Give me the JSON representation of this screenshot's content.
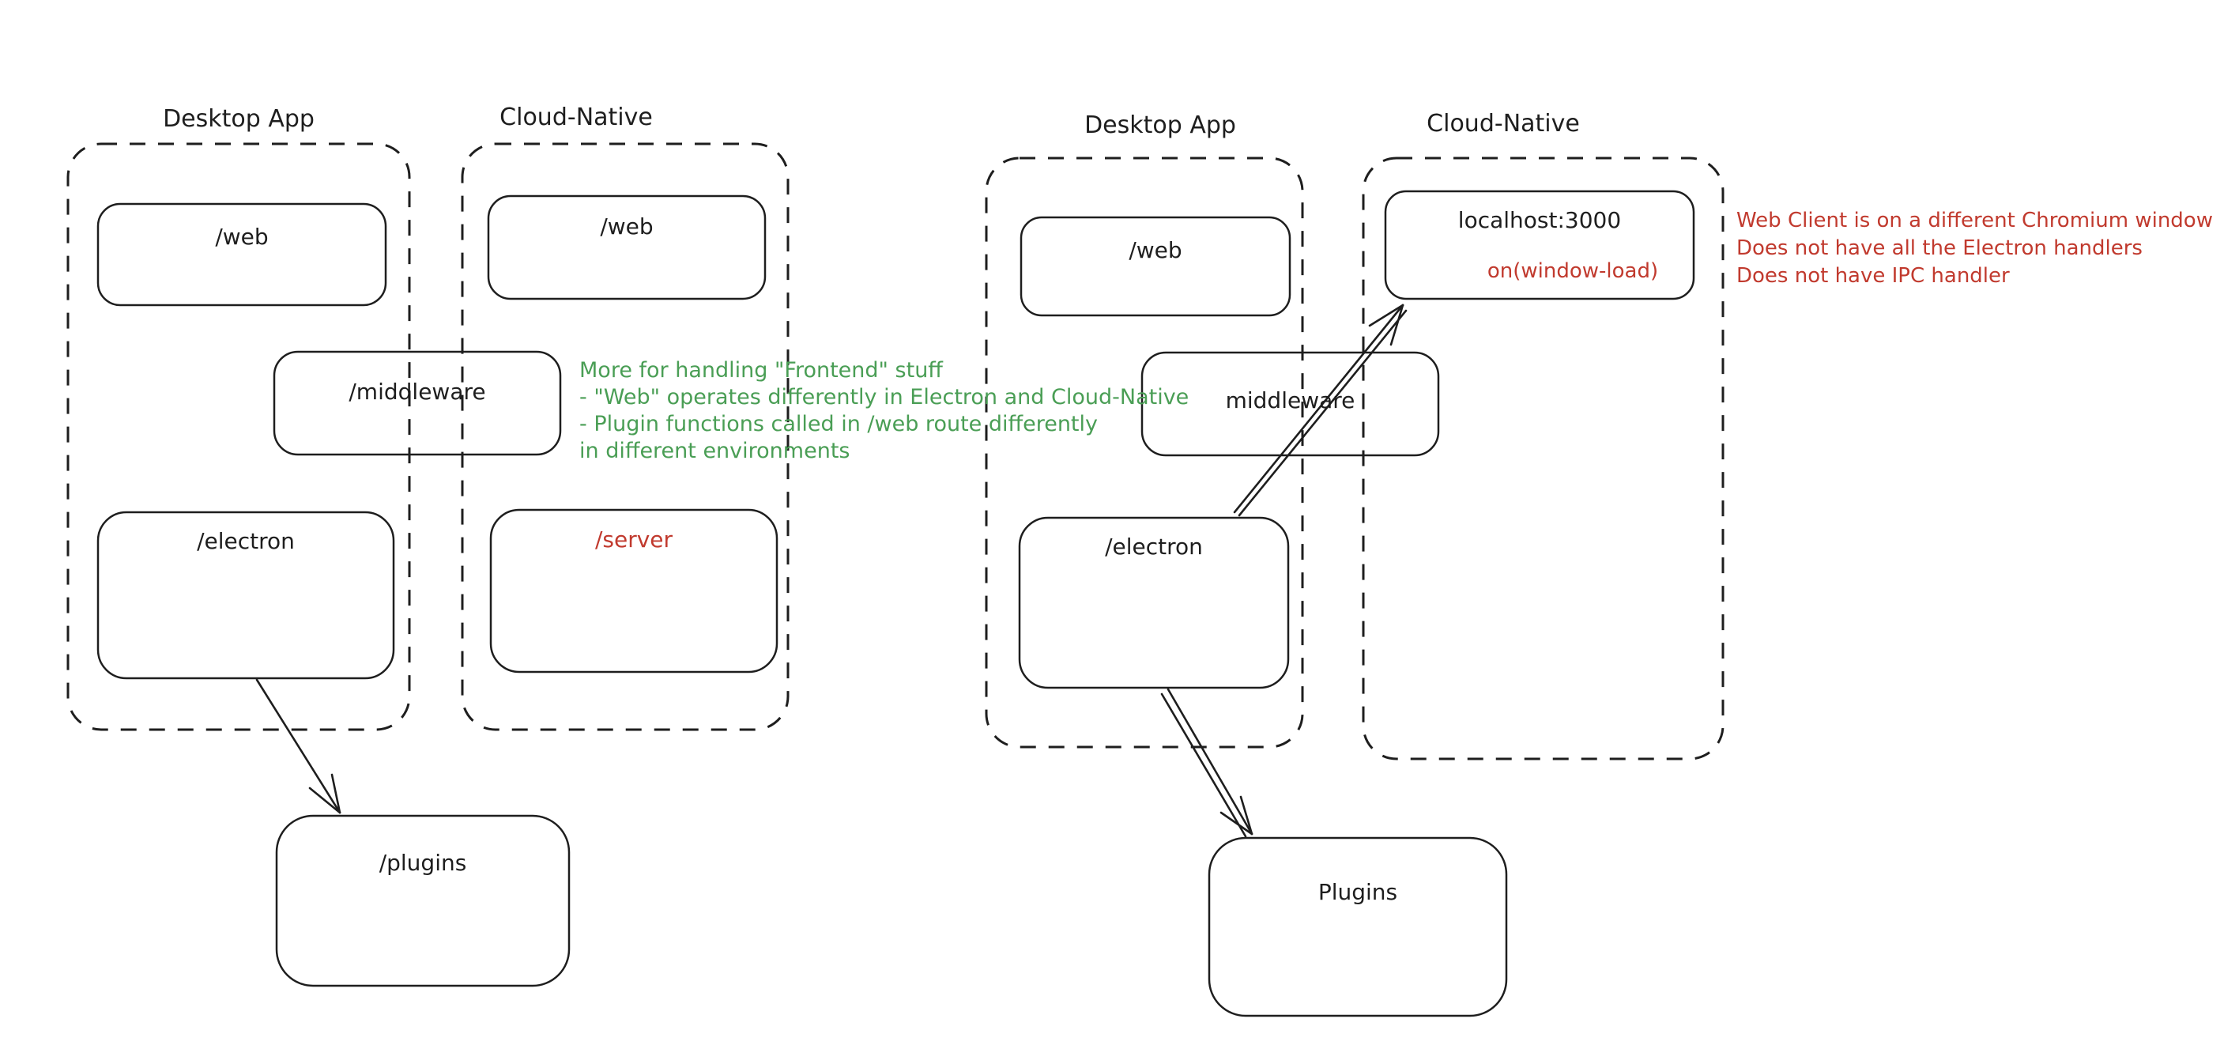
{
  "colors": {
    "ink": "#1e1e1e",
    "green": "#4a9e55",
    "red": "#c13a2e",
    "background": "#ffffff"
  },
  "left_diagram": {
    "desktop_container": {
      "title": "Desktop App",
      "web_box": "/web",
      "electron_box": "/electron"
    },
    "cloud_container": {
      "title": "Cloud-Native",
      "web_box": "/web",
      "server_box": "/server"
    },
    "middleware_box": "/middleware",
    "plugins_box": "/plugins",
    "green_note_lines": [
      "More for handling \"Frontend\" stuff",
      "- \"Web\" operates differently in Electron and Cloud-Native",
      "- Plugin functions called in /web route differently",
      "in different environments"
    ]
  },
  "right_diagram": {
    "desktop_container": {
      "title": "Desktop App",
      "web_box": "/web",
      "electron_box": "/electron"
    },
    "cloud_container": {
      "title": "Cloud-Native",
      "localhost_box": "localhost:3000",
      "localhost_event": "on(window-load)"
    },
    "middleware_box": "middleware",
    "plugins_box": "Plugins",
    "red_note_lines": [
      "Web Client is on a different Chromium window",
      "Does not have all the Electron handlers",
      "Does not have IPC handler"
    ]
  }
}
